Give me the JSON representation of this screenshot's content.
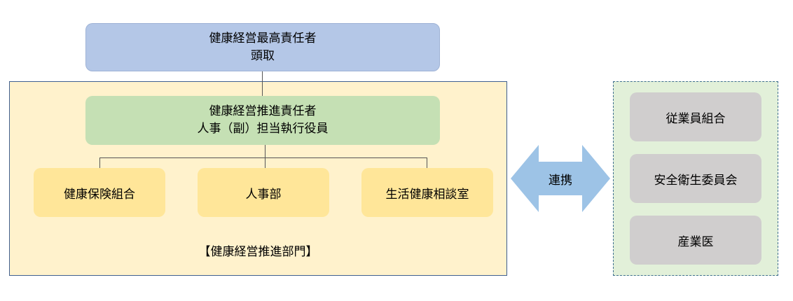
{
  "ceo": {
    "title": "健康経営最高責任者",
    "role": "頭取"
  },
  "promoter": {
    "title": "健康経営推進責任者",
    "role": "人事（副）担当執行役員"
  },
  "units": [
    "健康保険組合",
    "人事部",
    "生活健康相談室"
  ],
  "department_label": "【健康経営推進部門】",
  "link_label": "連携",
  "partners": [
    "従業員組合",
    "安全衛生委員会",
    "産業医"
  ],
  "colors": {
    "ceo_fill": "#b4c7e7",
    "department_fill": "#fff2cc",
    "promoter_fill": "#c5e0b4",
    "unit_fill": "#ffe699",
    "partner_panel_fill": "#e2f0d9",
    "partner_fill": "#d0cece",
    "arrow_fill": "#9dc3e6"
  }
}
